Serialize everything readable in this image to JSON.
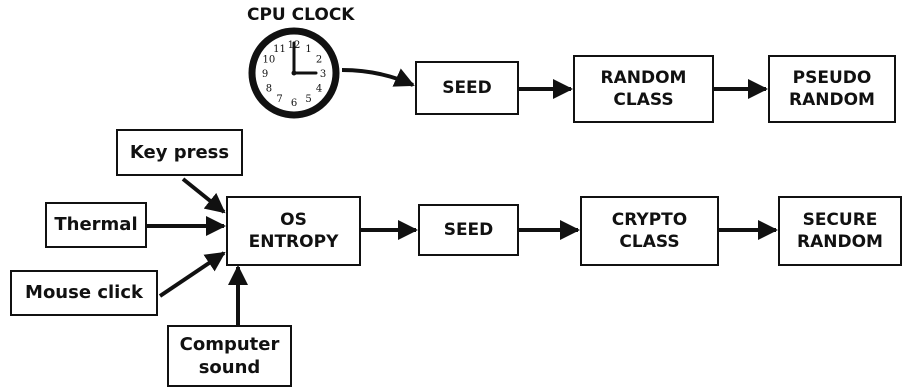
{
  "clock": {
    "caption": "CPU CLOCK",
    "numerals": [
      "12",
      "1",
      "2",
      "3",
      "4",
      "5",
      "6",
      "7",
      "8",
      "9",
      "10",
      "11"
    ]
  },
  "top_row": {
    "seed": "SEED",
    "random_class": "RANDOM\nCLASS",
    "pseudo_random": "PSEUDO\nRANDOM"
  },
  "sources": {
    "key_press": "Key press",
    "thermal": "Thermal",
    "mouse_click": "Mouse click",
    "computer_sound": "Computer\nsound"
  },
  "bottom_row": {
    "os_entropy": "OS\nENTROPY",
    "seed": "SEED",
    "crypto_class": "CRYPTO\nCLASS",
    "secure_random": "SECURE\nRANDOM"
  },
  "colors": {
    "stroke": "#111111",
    "background": "#ffffff"
  }
}
